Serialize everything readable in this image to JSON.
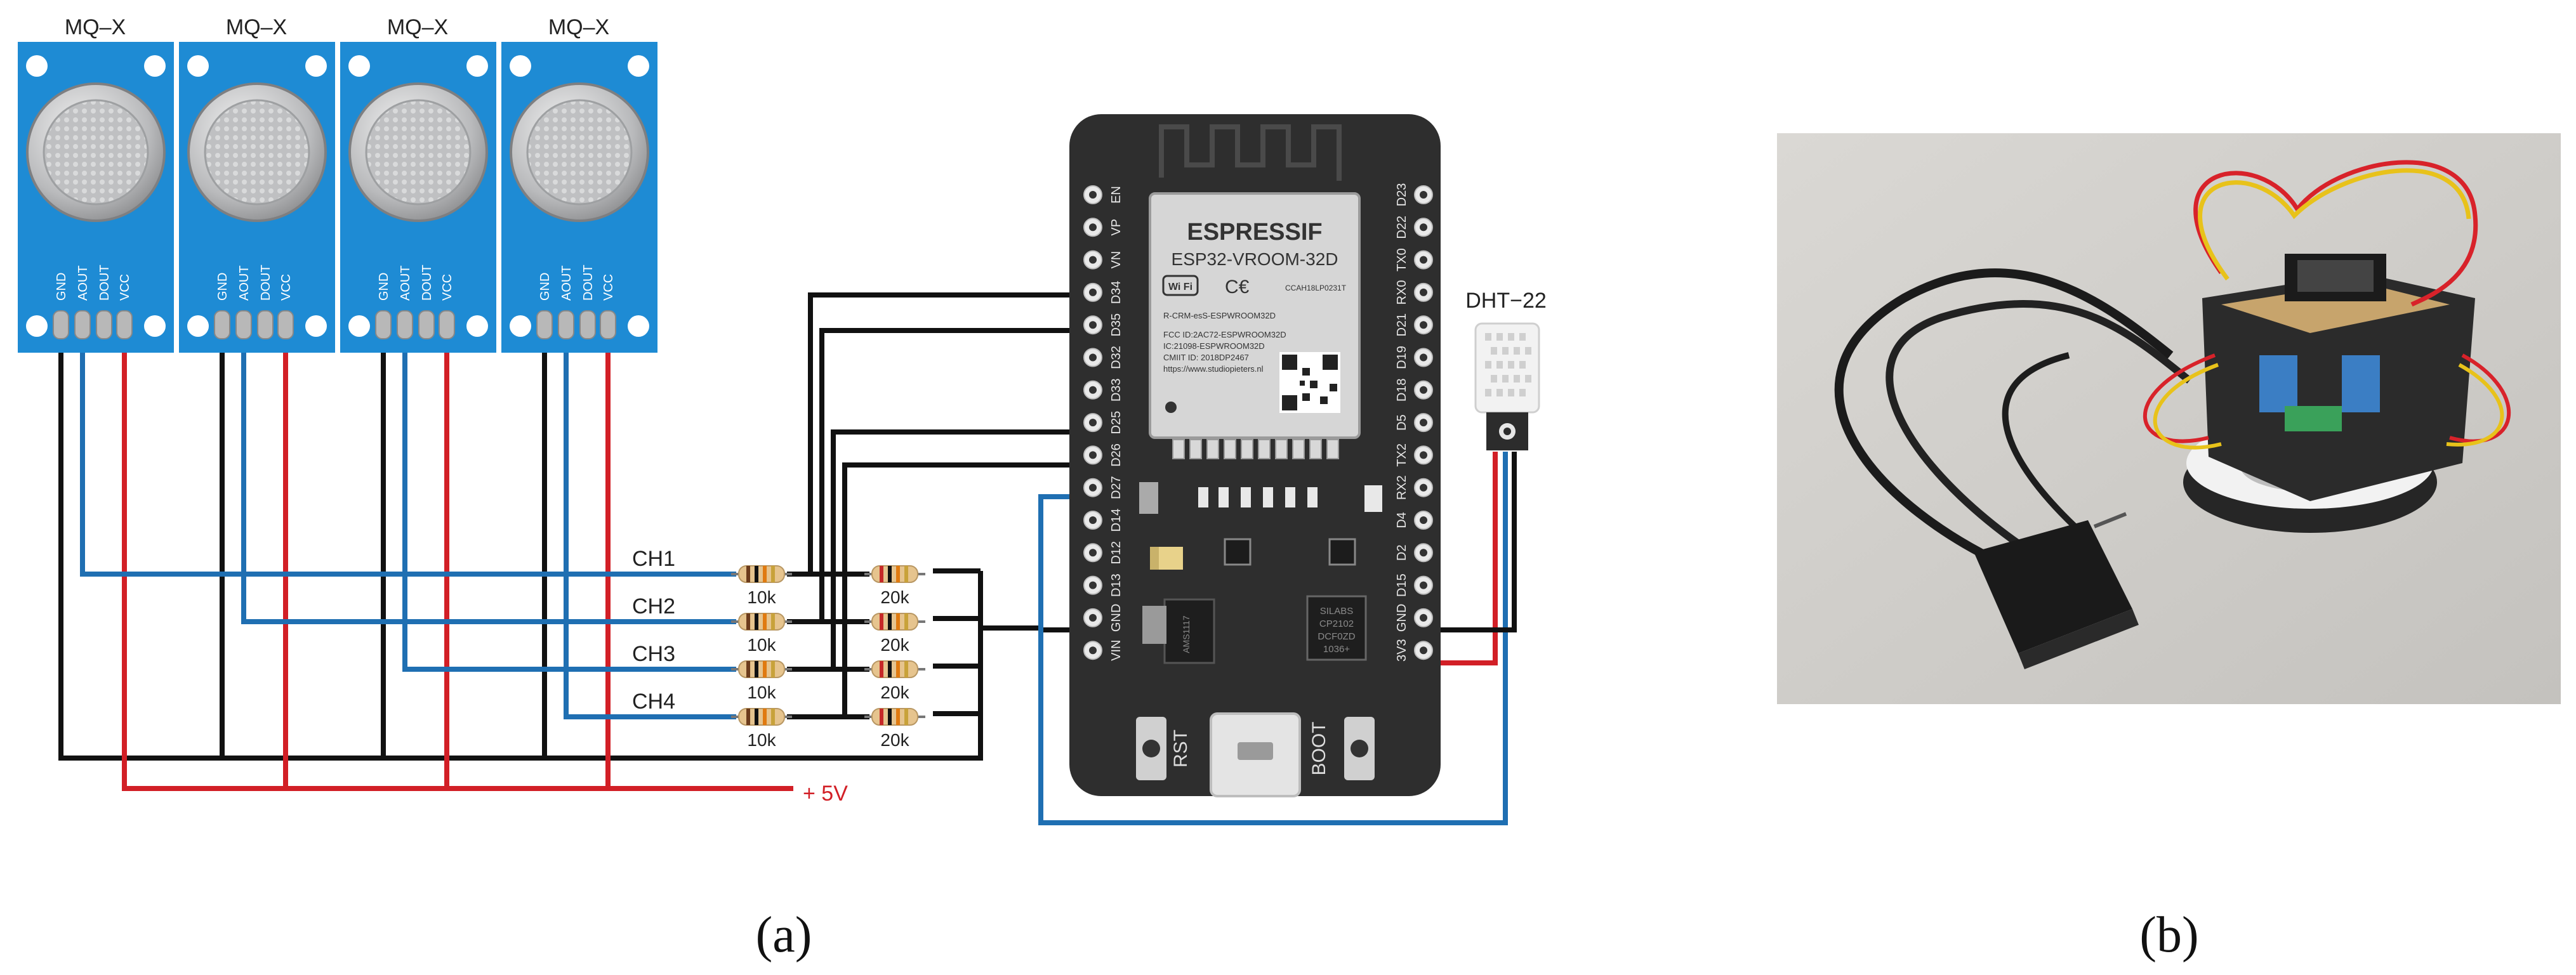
{
  "sensor_modules": [
    {
      "title": "MQ–X",
      "pins": [
        "GND",
        "AOUT",
        "DOUT",
        "VCC"
      ]
    },
    {
      "title": "MQ–X",
      "pins": [
        "GND",
        "AOUT",
        "DOUT",
        "VCC"
      ]
    },
    {
      "title": "MQ–X",
      "pins": [
        "GND",
        "AOUT",
        "DOUT",
        "VCC"
      ]
    },
    {
      "title": "MQ–X",
      "pins": [
        "GND",
        "AOUT",
        "DOUT",
        "VCC"
      ]
    }
  ],
  "channels": [
    "CH1",
    "CH2",
    "CH3",
    "CH4"
  ],
  "resistor_series": [
    "10k",
    "10k",
    "10k",
    "10k"
  ],
  "resistor_ground": [
    "20k",
    "20k",
    "20k",
    "20k"
  ],
  "supply_label": "+ 5V",
  "board": {
    "brand": "ESPRESSIF",
    "model": "ESP32-VROOM-32D",
    "wifi_badge": "Wi Fi",
    "cert_line": "CCAH18LP0231T",
    "regulatory": [
      "R-CRM-esS-ESPWROOM32D",
      "FCC ID:2AC72-ESPWROOM32D",
      "IC:21098-ESPWROOM32D",
      "CMIIT ID: 2018DP2467",
      "https://www.studiopieters.nl"
    ],
    "left_pins": [
      "EN",
      "VP",
      "VN",
      "D34",
      "D35",
      "D32",
      "D33",
      "D25",
      "D26",
      "D27",
      "D14",
      "D12",
      "D13",
      "GND",
      "VIN"
    ],
    "right_pins": [
      "D23",
      "D22",
      "TX0",
      "RX0",
      "D21",
      "D19",
      "D18",
      "D5",
      "TX2",
      "RX2",
      "D4",
      "D2",
      "D15",
      "GND",
      "3V3"
    ],
    "button_left": "RST",
    "button_right": "BOOT",
    "regulator_label": "AMS1117",
    "usb_chip": [
      "SILABS",
      "CP2102",
      "DCF0ZD",
      "1036+"
    ]
  },
  "dht": {
    "title": "DHT−22"
  },
  "panel_labels": {
    "a": "(a)",
    "b": "(b)"
  },
  "colors": {
    "wire_ground": "#111111",
    "wire_signal": "#1f6fb2",
    "wire_power": "#d21f26",
    "module_blue": "#1e8bd4",
    "board_black": "#2e2e2e",
    "dht_white": "#f2f2f2"
  }
}
